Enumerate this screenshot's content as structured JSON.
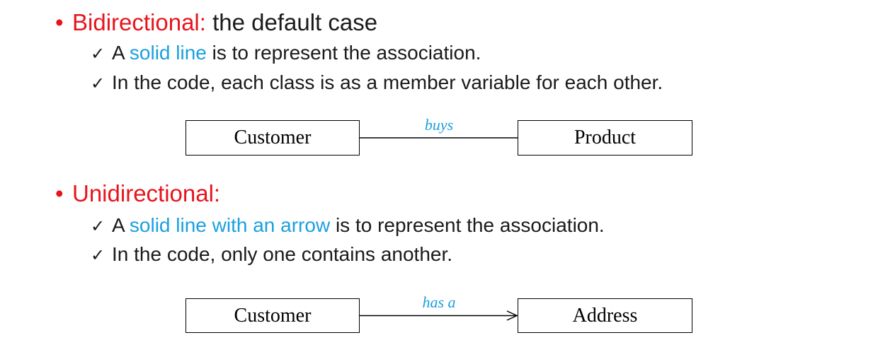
{
  "section1": {
    "bullet": "•",
    "heading_highlight": "Bidirectional:",
    "heading_rest": " the default case",
    "point1": {
      "check": "✓",
      "prefix": "A ",
      "highlight": "solid line",
      "suffix": " is to represent the association."
    },
    "point2": {
      "check": "✓",
      "text": "In the code, each class is as a member variable for each other."
    },
    "diagram": {
      "left_class": "Customer",
      "right_class": "Product",
      "association_label": "buys"
    }
  },
  "section2": {
    "bullet": "•",
    "heading_highlight": "Unidirectional:",
    "point1": {
      "check": "✓",
      "prefix": "A ",
      "highlight": "solid line with an arrow",
      "suffix": " is to represent the association."
    },
    "point2": {
      "check": "✓",
      "text": "In the code, only one contains another."
    },
    "diagram": {
      "left_class": "Customer",
      "right_class": "Address",
      "association_label": "has a"
    }
  },
  "colors": {
    "heading_red": "#e8141c",
    "highlight_blue": "#1aa0e0",
    "text": "#1a1a1a",
    "line": "#000000"
  }
}
